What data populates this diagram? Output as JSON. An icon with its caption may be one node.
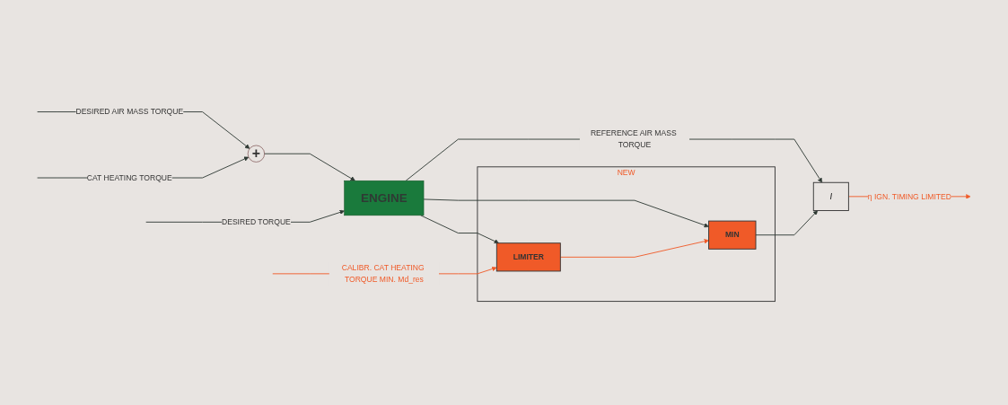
{
  "diagram": {
    "nodes": [
      {
        "text": [
          "+"
        ]
      },
      {
        "text": [
          "ENGINE"
        ]
      },
      {
        "text": [
          "NEW"
        ]
      },
      {
        "text": [
          "LIMITER"
        ],
        "in": 2
      },
      {
        "text": [
          "MIN"
        ],
        "in": 2
      },
      {
        "text": [
          "/"
        ]
      }
    ],
    "edges": [
      {
        "from": null,
        "to": 0,
        "arrow": "to",
        "label": "DESIRED AIR MASS TORQUE"
      },
      {
        "from": null,
        "to": 0,
        "arrow": "to",
        "label": "CAT HEATING TORQUE"
      },
      {
        "from": 0,
        "to": 1,
        "arrow": "to"
      },
      {
        "from": null,
        "to": 1,
        "arrow": "to",
        "label": "DESIRED TORQUE"
      },
      {
        "from": 1,
        "to": 5,
        "arrow": "to",
        "label": "REFERENCE AIR MASS TORQUE"
      },
      {
        "from": 1,
        "to": 3,
        "arrow": "to"
      },
      {
        "from": 1,
        "to": 4,
        "arrow": "to"
      },
      {
        "from": null,
        "to": 3,
        "arrow": "to",
        "label": "CALIBR. CAT HEATING TORQUE MIN. Md_res",
        "color": "#f05a28"
      },
      {
        "from": 3,
        "to": 4,
        "arrow": "to",
        "color": "#f05a28"
      },
      {
        "from": 4,
        "to": 5,
        "arrow": "to"
      },
      {
        "from": 5,
        "to": null,
        "arrow": "to",
        "label": "η IGN. TIMING LIMITED",
        "color": "#f05a28"
      }
    ]
  }
}
